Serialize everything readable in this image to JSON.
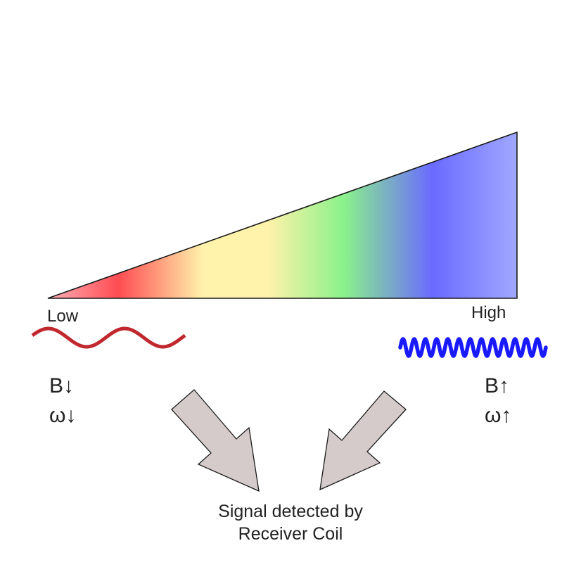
{
  "gradient_ramp": {
    "low_label": "Low",
    "high_label": "High",
    "spectrum_colors": [
      "#ffb0b8",
      "#ff4c52",
      "#fff2ab",
      "#8af28a",
      "#6a6aff",
      "#a0a8ff"
    ],
    "outline_color": "#1a1a1a"
  },
  "low_side": {
    "field_label": "B↓",
    "frequency_label": "ω↓",
    "wave_color": "#c0282e"
  },
  "high_side": {
    "field_label": "B↑",
    "frequency_label": "ω↑",
    "wave_color": "#1a1aff"
  },
  "arrows": {
    "fill_color": "#d6cbcb",
    "outline_color": "#1a1a1a"
  },
  "caption": {
    "line1": "Signal detected by",
    "line2": "Receiver Coil"
  }
}
